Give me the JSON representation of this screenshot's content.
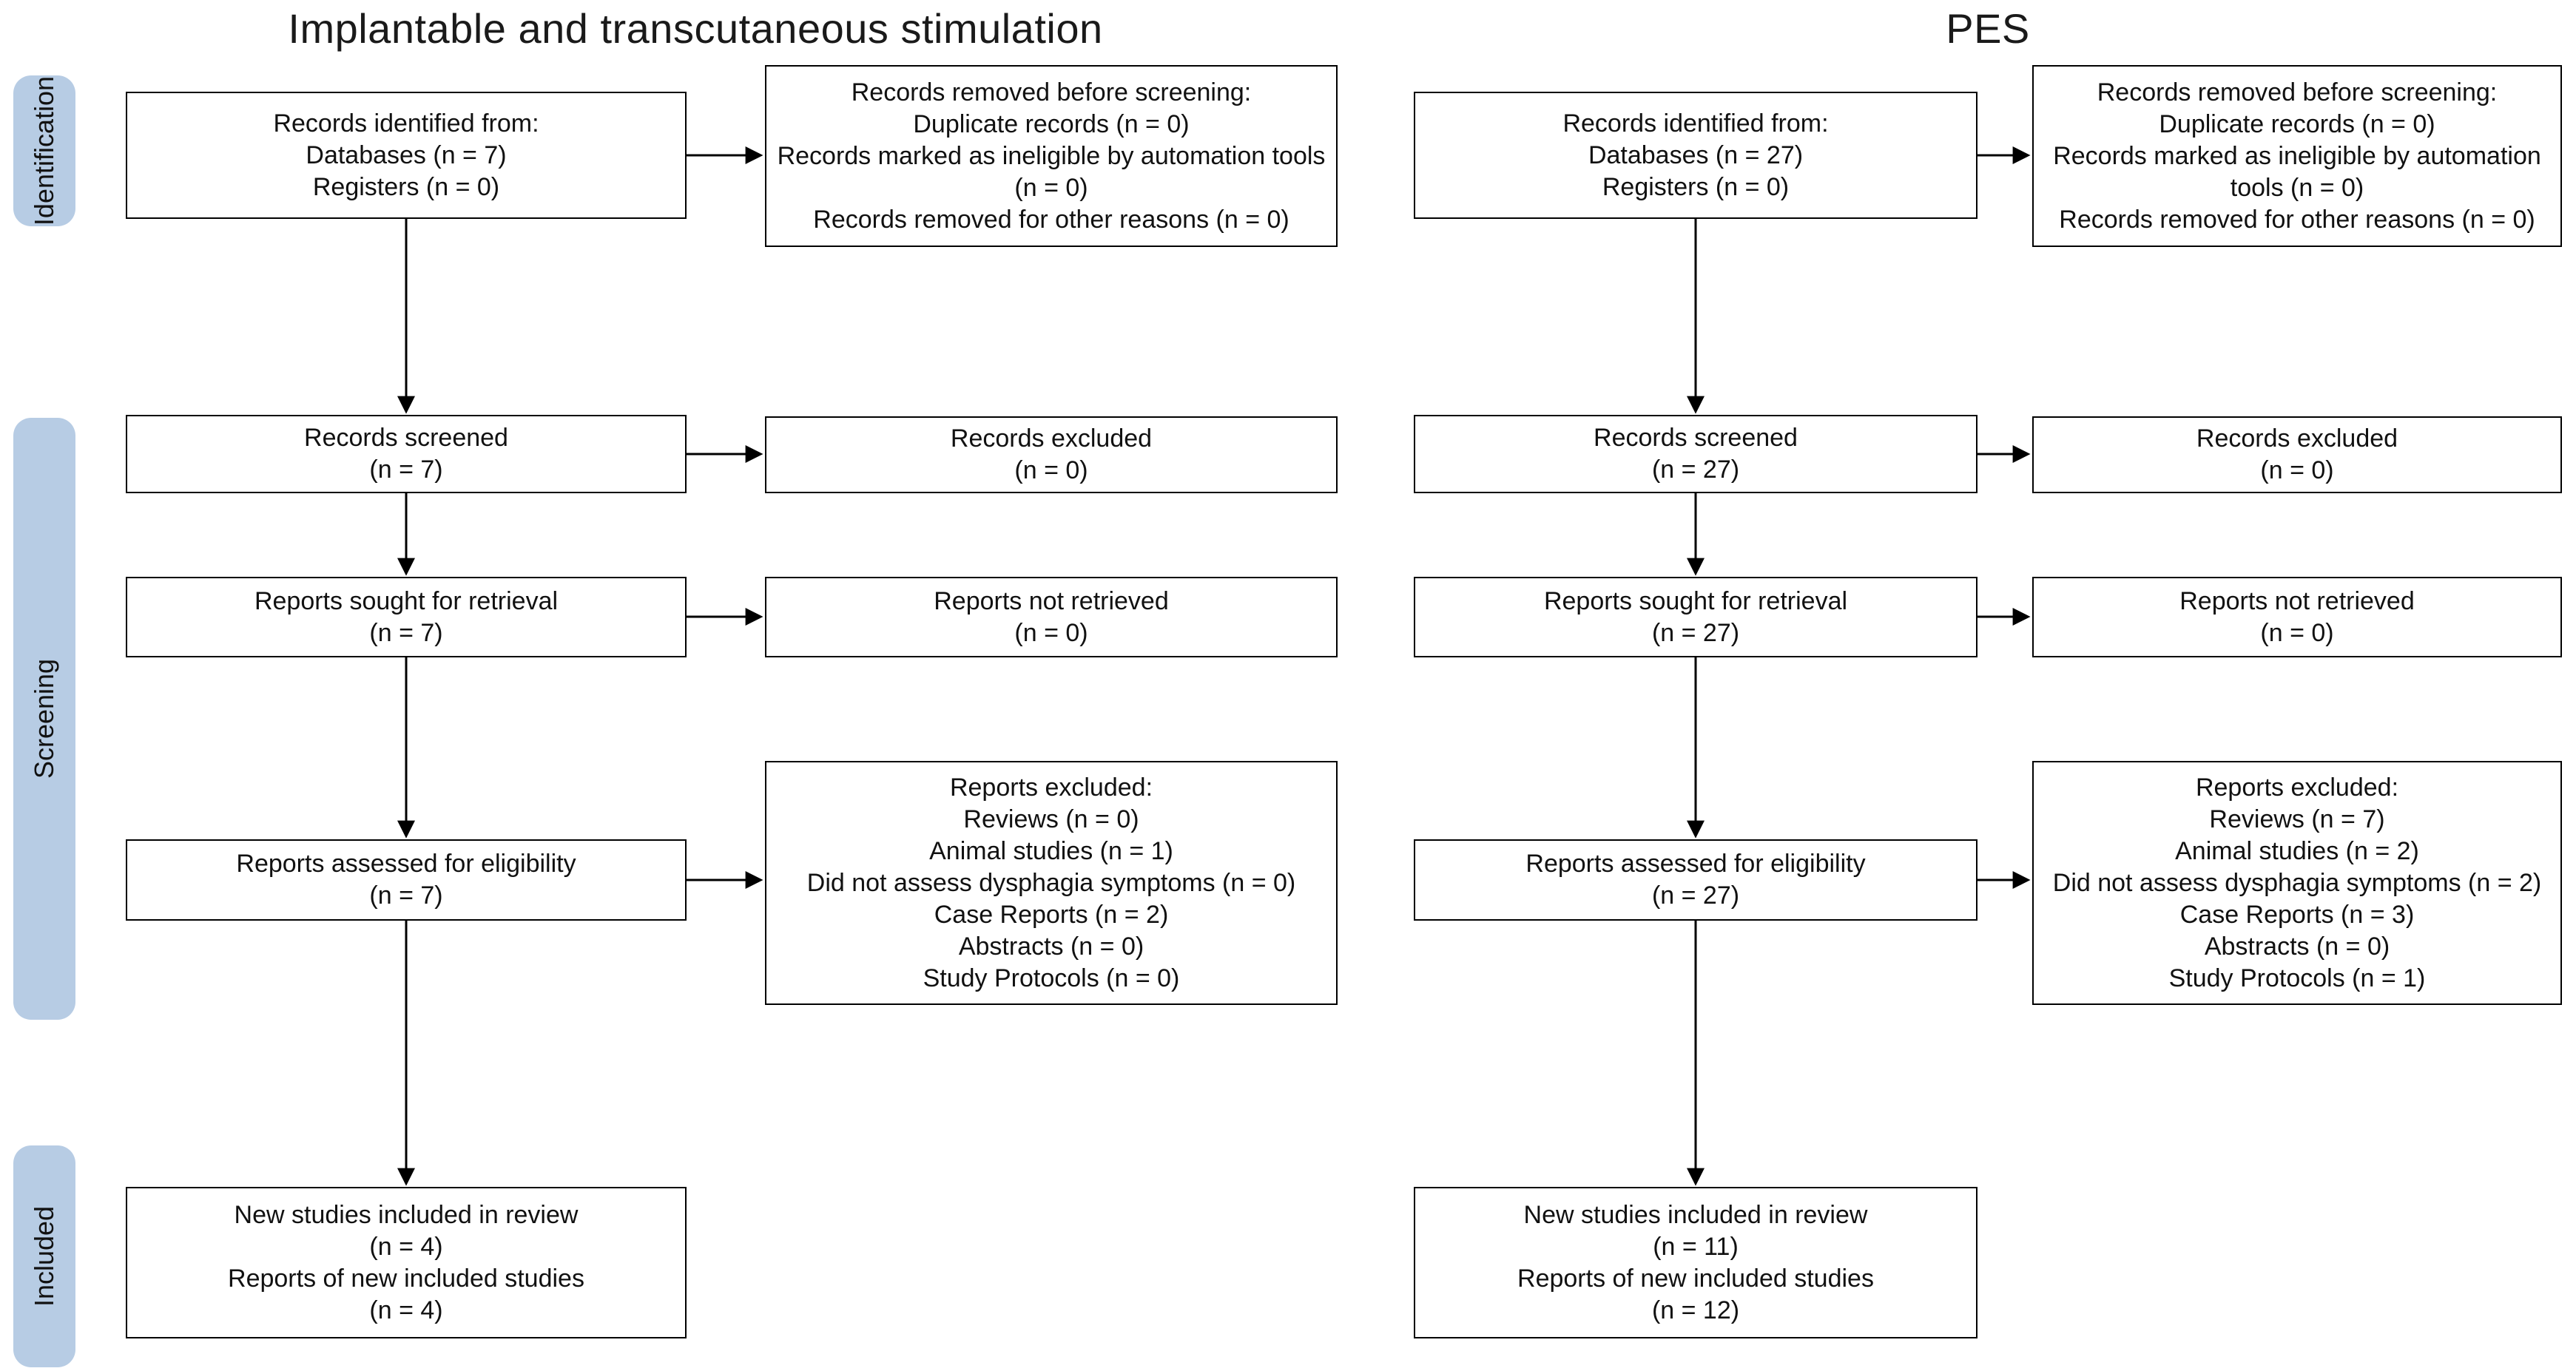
{
  "diagram": {
    "type": "prisma-flow",
    "stage_labels": [
      "Identification",
      "Screening",
      "Included"
    ],
    "stage_color": "#b7cce4",
    "box_border_color": "#000000",
    "columns": [
      {
        "title": "Implantable and transcutaneous stimulation",
        "identified": [
          "Records identified from:",
          "Databases (n = 7)",
          "Registers (n = 0)"
        ],
        "removed_before_screening": [
          "Records removed before screening:",
          "Duplicate records (n = 0)",
          "Records marked as ineligible by automation tools (n = 0)",
          "Records removed for other reasons (n = 0)"
        ],
        "records_screened": [
          "Records screened",
          "(n = 7)"
        ],
        "records_excluded": [
          "Records excluded",
          "(n = 0)"
        ],
        "reports_sought": [
          "Reports sought for retrieval",
          "(n = 7)"
        ],
        "reports_not_retrieved": [
          "Reports not retrieved",
          "(n = 0)"
        ],
        "reports_assessed": [
          "Reports assessed for eligibility",
          "(n = 7)"
        ],
        "reports_excluded_detail": [
          "Reports excluded:",
          "Reviews (n = 0)",
          "Animal studies (n = 1)",
          "Did not assess dysphagia symptoms (n = 0)",
          "Case Reports (n = 2)",
          "Abstracts (n = 0)",
          "Study Protocols (n = 0)"
        ],
        "included_studies": [
          "New studies included in review",
          "(n = 4)",
          "Reports of new included studies",
          "(n = 4)"
        ]
      },
      {
        "title": "PES",
        "identified": [
          "Records identified from:",
          "Databases (n = 27)",
          "Registers (n = 0)"
        ],
        "removed_before_screening": [
          "Records removed before screening:",
          "Duplicate records (n = 0)",
          "Records marked as ineligible by automation tools (n = 0)",
          "Records removed for other reasons (n = 0)"
        ],
        "records_screened": [
          "Records screened",
          "(n = 27)"
        ],
        "records_excluded": [
          "Records excluded",
          "(n = 0)"
        ],
        "reports_sought": [
          "Reports sought for retrieval",
          "(n = 27)"
        ],
        "reports_not_retrieved": [
          "Reports not retrieved",
          "(n = 0)"
        ],
        "reports_assessed": [
          "Reports assessed for eligibility",
          "(n = 27)"
        ],
        "reports_excluded_detail": [
          "Reports excluded:",
          "Reviews (n = 7)",
          "Animal studies (n = 2)",
          "Did not assess dysphagia symptoms (n = 2)",
          "Case Reports (n = 3)",
          "Abstracts (n = 0)",
          "Study Protocols (n = 1)"
        ],
        "included_studies": [
          "New studies included in review",
          "(n = 11)",
          "Reports of new included studies",
          "(n = 12)"
        ]
      }
    ]
  }
}
